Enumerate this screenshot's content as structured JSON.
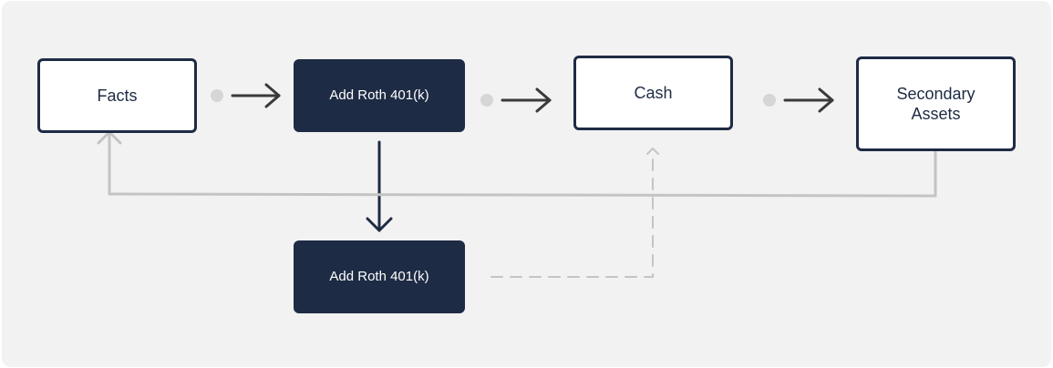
{
  "nodes": {
    "facts": {
      "label": "Facts"
    },
    "add_roth_top": {
      "label": "Add Roth 401(k)"
    },
    "cash": {
      "label": "Cash"
    },
    "secondary_assets": {
      "label": "Secondary\nAssets"
    },
    "add_roth_bottom": {
      "label": "Add Roth 401(k)"
    }
  },
  "colors": {
    "canvas": "#f2f2f2",
    "node_dark": "#1e2b44",
    "node_border": "#1e2b44",
    "arrow_dark": "#3a3a3a",
    "arrow_gray": "#c4c4c4",
    "dot": "#d6d6d6"
  }
}
